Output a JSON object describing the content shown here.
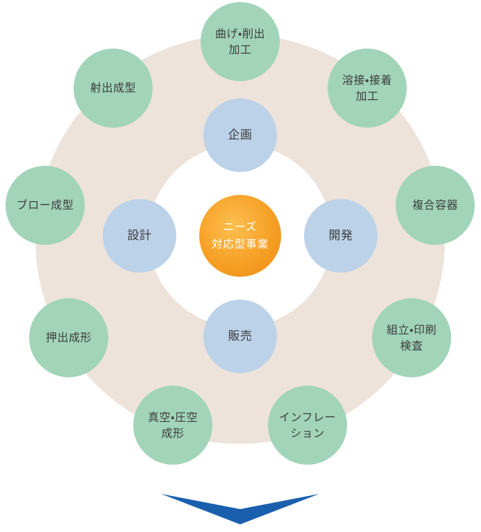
{
  "diagram": {
    "title": "needs-driven-business-process-diagram",
    "center": {
      "label": "ニーズ\n対応型事業"
    },
    "inner_nodes": [
      {
        "label": "企画",
        "position": "top"
      },
      {
        "label": "開発",
        "position": "right"
      },
      {
        "label": "販売",
        "position": "bottom"
      },
      {
        "label": "設計",
        "position": "left"
      }
    ],
    "outer_nodes": [
      {
        "label": "曲げ・削出\n加工",
        "position": "top"
      },
      {
        "label": "溶接・接着\n加工",
        "position": "top-right"
      },
      {
        "label": "複合容器",
        "position": "right"
      },
      {
        "label": "組立・印刷\n検査",
        "position": "lower-right"
      },
      {
        "label": "インフレー\nション",
        "position": "bottom-right"
      },
      {
        "label": "真空・圧空\n成形",
        "position": "bottom-left"
      },
      {
        "label": "押出成形",
        "position": "lower-left"
      },
      {
        "label": "ブロー成型",
        "position": "left"
      },
      {
        "label": "射出成型",
        "position": "top-left"
      }
    ],
    "colors": {
      "outer_ring": "#ede3da",
      "inner_ring": "#ffffff",
      "green_node": "#a2d4ba",
      "blue_node": "#bcd2e8",
      "center_node": "#f6a026",
      "arrow": "#1a5fae",
      "text": "#3c3c3c",
      "center_text": "#ffffff"
    }
  }
}
